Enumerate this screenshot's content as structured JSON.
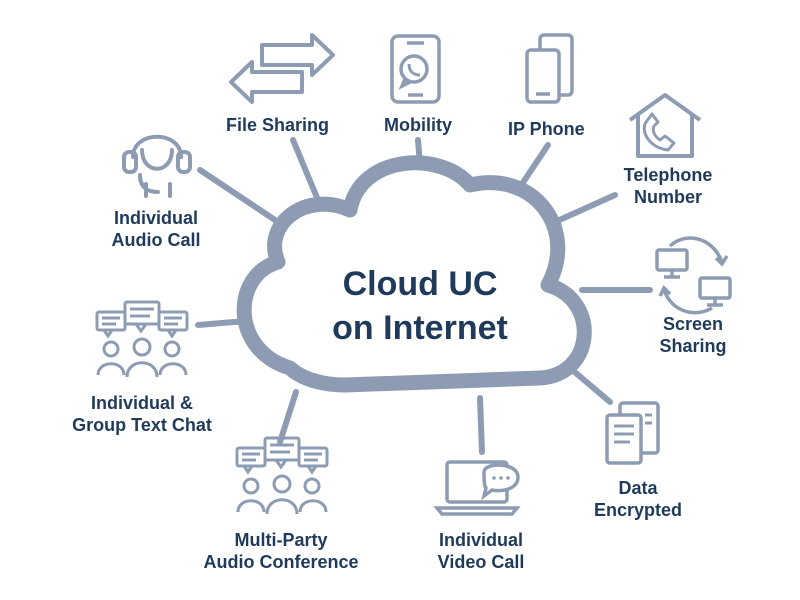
{
  "center": {
    "line1": "Cloud UC",
    "line2": "on Internet"
  },
  "features": {
    "file_sharing": {
      "line1": "File Sharing",
      "icon": "arrows-exchange-icon"
    },
    "mobility": {
      "line1": "Mobility",
      "icon": "mobile-phone-icon"
    },
    "ip_phone": {
      "line1": "IP Phone",
      "icon": "ip-phone-icon"
    },
    "telephone_number": {
      "line1": "Telephone",
      "line2": "Number",
      "icon": "house-phone-icon"
    },
    "individual_audio_call": {
      "line1": "Individual",
      "line2": "Audio Call",
      "icon": "headset-icon"
    },
    "screen_sharing": {
      "line1": "Screen",
      "line2": "Sharing",
      "icon": "screens-sync-icon"
    },
    "group_text_chat": {
      "line1": "Individual &",
      "line2": "Group Text Chat",
      "icon": "group-chat-icon"
    },
    "data_encrypted": {
      "line1": "Data",
      "line2": "Encrypted",
      "icon": "documents-icon"
    },
    "audio_conference": {
      "line1": "Multi-Party",
      "line2": "Audio Conference",
      "icon": "conference-icon"
    },
    "video_call": {
      "line1": "Individual",
      "line2": "Video Call",
      "icon": "laptop-chat-icon"
    }
  },
  "colors": {
    "cloud": "#8e9cb3",
    "icon": "#8e9cb3",
    "text": "#1f3a5a",
    "background": "#ffffff"
  }
}
